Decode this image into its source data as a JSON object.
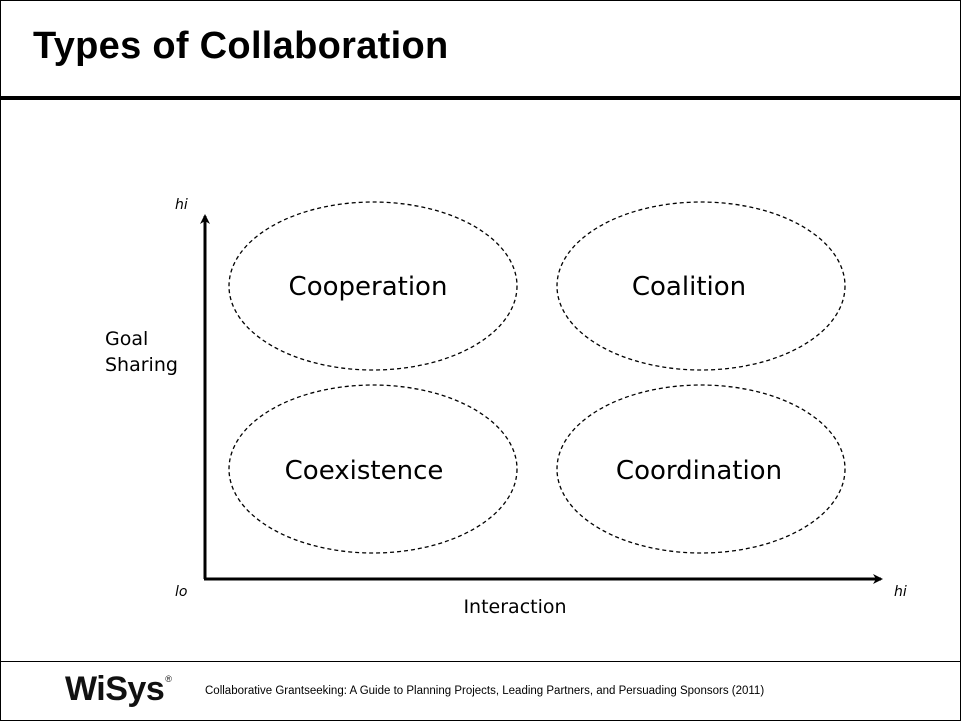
{
  "slide": {
    "title": "Types of Collaboration"
  },
  "diagram": {
    "y_axis": {
      "label_line1": "Goal",
      "label_line2": "Sharing",
      "high": "hi",
      "low": "lo"
    },
    "x_axis": {
      "label": "Interaction",
      "high": "hi"
    },
    "quadrants": {
      "top_left": "Cooperation",
      "top_right": "Coalition",
      "bottom_left": "Coexistence",
      "bottom_right": "Coordination"
    }
  },
  "footer": {
    "logo": "WiSys",
    "logo_mark": "®",
    "citation": "Collaborative Grantseeking: A Guide to Planning Projects, Leading Partners, and Persuading Sponsors (2011)"
  }
}
